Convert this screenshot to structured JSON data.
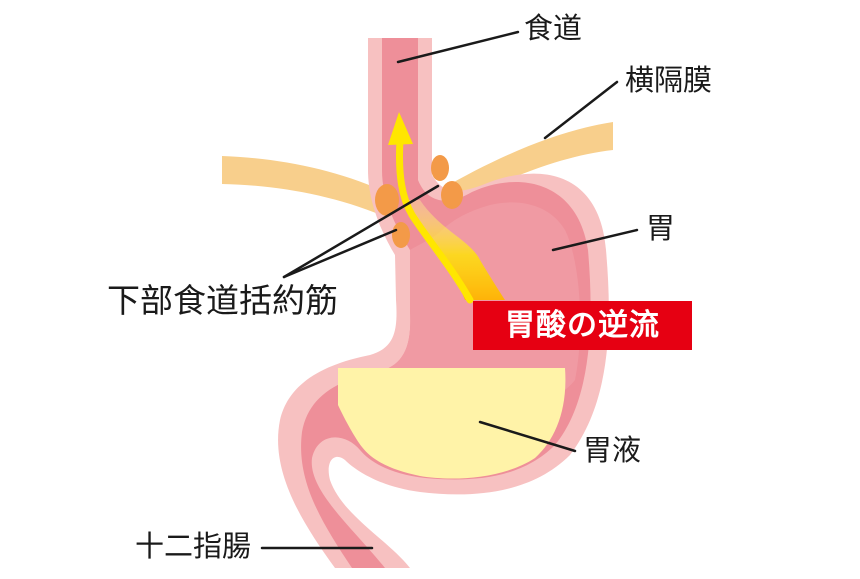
{
  "labels": {
    "esophagus": "食道",
    "diaphragm": "横隔膜",
    "stomach": "胃",
    "lower_sphincter": "下部食道括約筋",
    "reflux": "胃酸の逆流",
    "gastric_juice": "胃液",
    "duodenum": "十二指腸"
  },
  "colors": {
    "outer_wall": "#f7c1c1",
    "inner_wall": "#ee8f99",
    "gastric_juice": "#fff3a8",
    "diaphragm": "#f8cf8c",
    "sphincter": "#f39a48",
    "reflux_arrow": "#ffe600",
    "badge": "#e60012",
    "leader_line": "#1a1a1a"
  }
}
